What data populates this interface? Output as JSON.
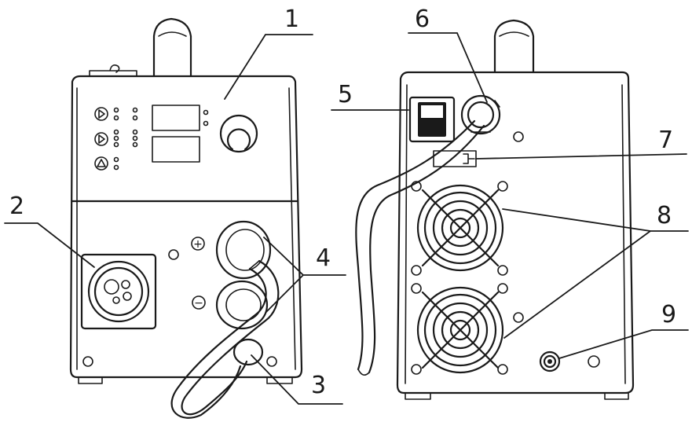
{
  "callouts": {
    "c1": "1",
    "c2": "2",
    "c3": "3",
    "c4": "4",
    "c5": "5",
    "c6": "6",
    "c7": "7",
    "c8": "8",
    "c9": "9"
  },
  "front_panel": {
    "polarity_plus": "+",
    "polarity_minus": "−"
  }
}
